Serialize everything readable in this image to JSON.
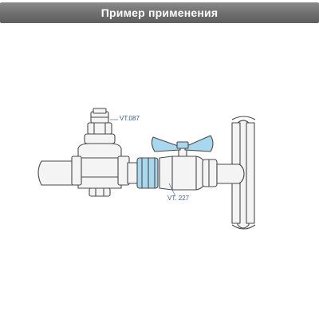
{
  "header": {
    "title": "Пример применения"
  },
  "diagram": {
    "labels": {
      "regulator": "VT.087",
      "ball_valve": "VT. 227"
    },
    "colors": {
      "header_bg": "#6e6e6e",
      "outline": "#4a4a4a",
      "pipe_fill": "#f4f4f4",
      "highlight_blue": "#a9d8ee",
      "label_text": "#3a5f8a"
    }
  }
}
